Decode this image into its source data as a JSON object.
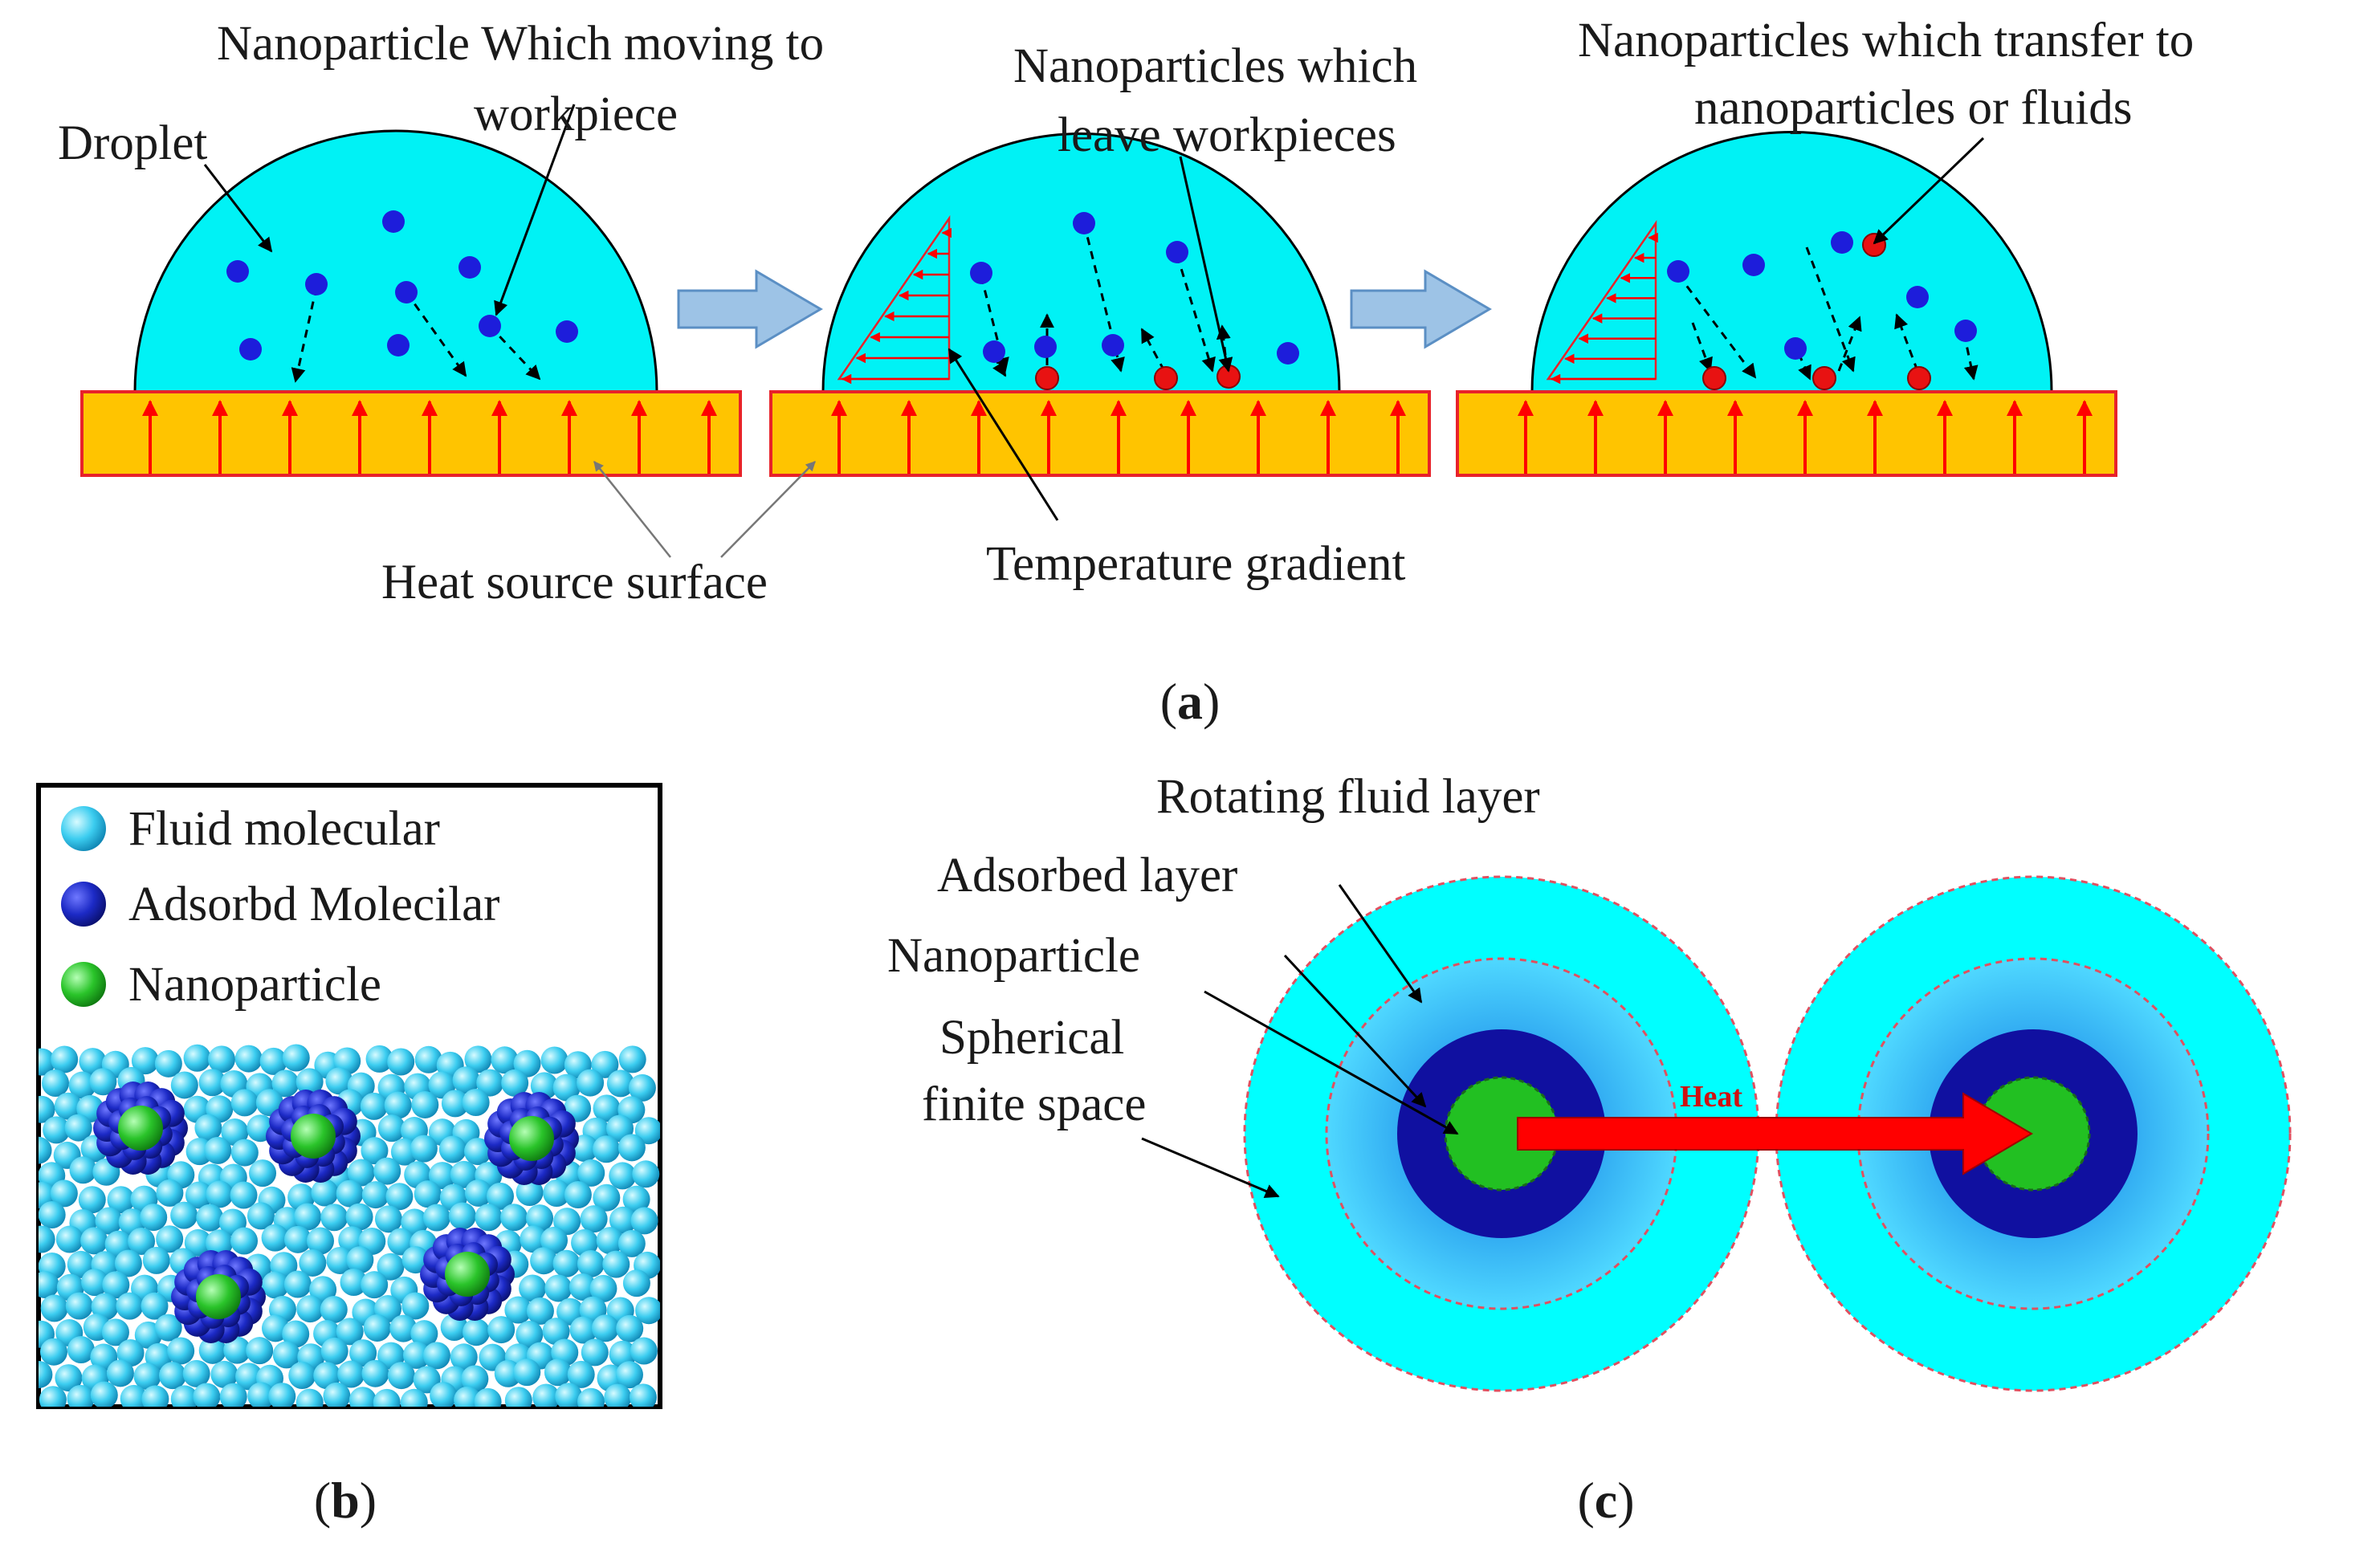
{
  "panel_a": {
    "label_prefix": "(",
    "label_letter": "a",
    "label_suffix": ")",
    "droplet_label": "Droplet",
    "moving_label_line1": "Nanoparticle Which moving to",
    "moving_label_line2": "workpiece",
    "leave_label_line1": "Nanoparticles which",
    "leave_label_line2": "leave workpieces",
    "transfer_label_line1": "Nanoparticles which transfer to",
    "transfer_label_line2": "nanoparticles or fluids",
    "heat_source_label": "Heat source surface",
    "gradient_label": "Temperature gradient"
  },
  "panel_b": {
    "label_prefix": "(",
    "label_letter": "b",
    "label_suffix": ")",
    "legend": [
      {
        "label": "Fluid molecular",
        "color": "#33c8ee"
      },
      {
        "label": "Adsorbd Molecilar",
        "color": "#1a2dc8"
      },
      {
        "label": "Nanoparticle",
        "color": "#22bb22"
      }
    ]
  },
  "panel_c": {
    "label_prefix": "(",
    "label_letter": "c",
    "label_suffix": ")",
    "rotating_label": "Rotating fluid layer",
    "adsorbed_label": "Adsorbed layer",
    "nanoparticle_label": "Nanoparticle",
    "spherical_line1": "Spherical",
    "spherical_line2": "finite space",
    "heat_label": "Heat"
  },
  "colors": {
    "droplet": "#00f2f5",
    "plate": "#ffc400",
    "plate_border": "#e8222a",
    "arrow_red": "#ff0000",
    "nanoparticle_blue": "#1d1ddb",
    "nanoparticle_red": "#e81212",
    "process_arrow": "#9dc3e6",
    "outer_layer": "#00ffff",
    "adsorbed": "#1010a0",
    "core": "#22c022"
  }
}
